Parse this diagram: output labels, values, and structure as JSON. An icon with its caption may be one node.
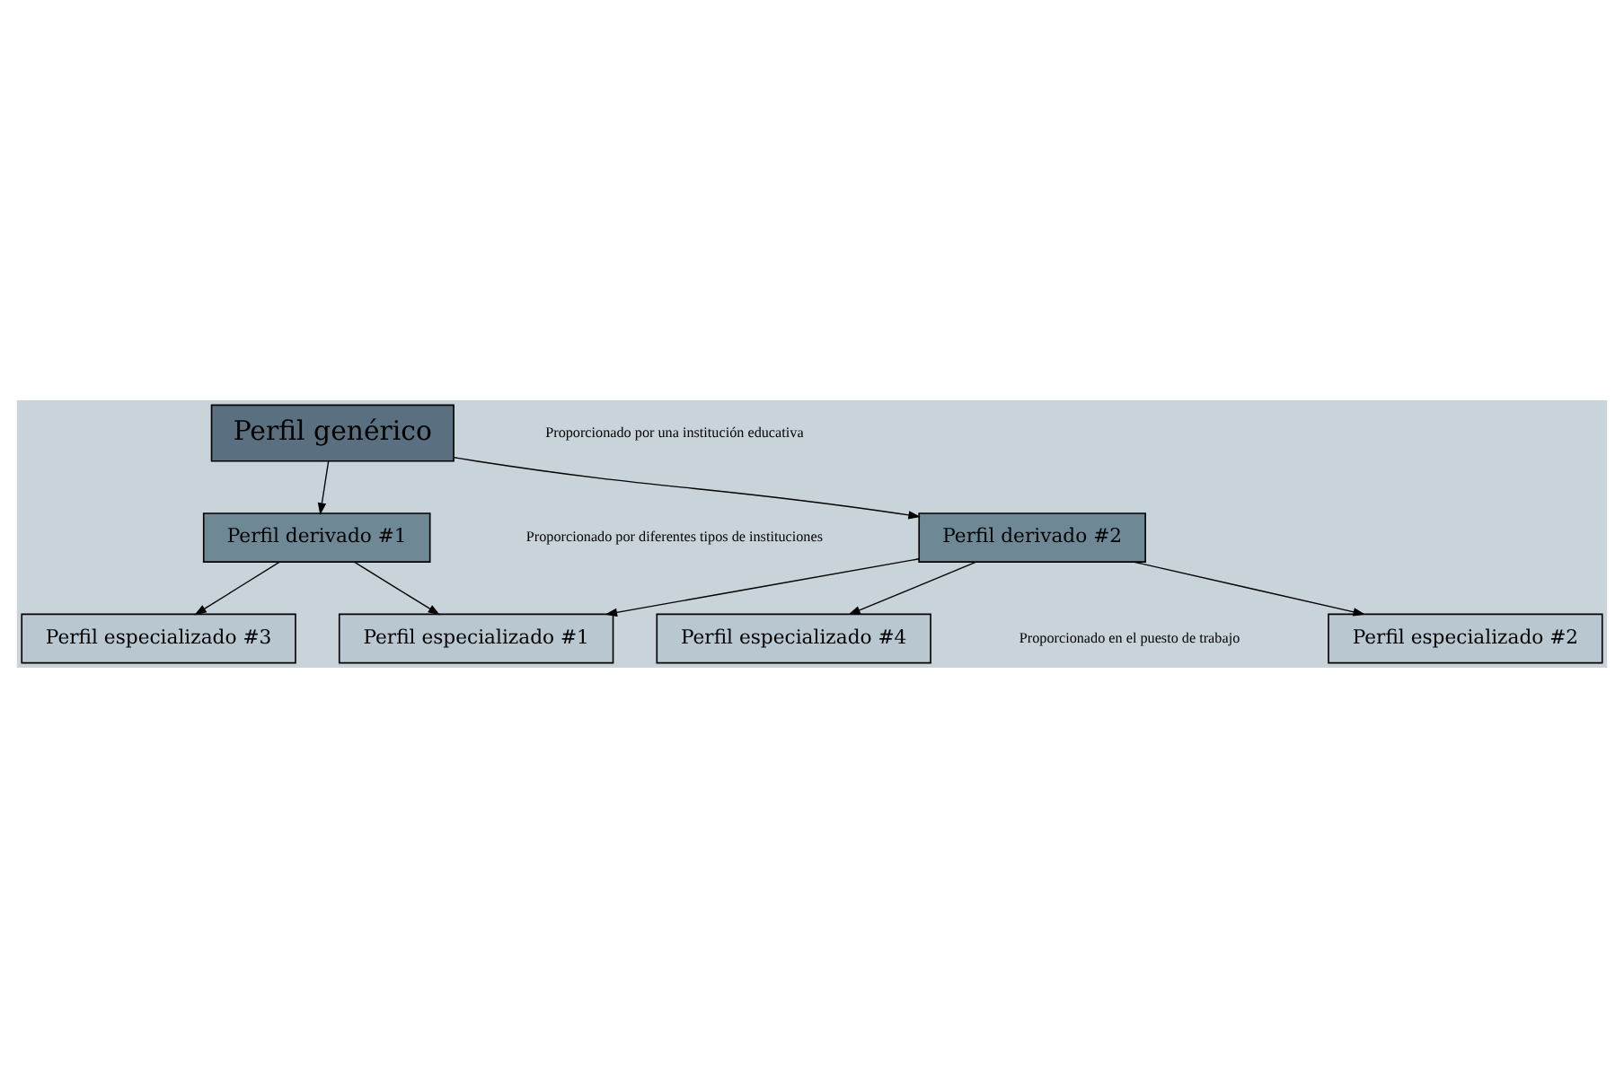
{
  "diagram": {
    "nodes": [
      {
        "text": [
          "Perfil genérico"
        ]
      },
      {
        "text": [
          "Perfil derivado #1"
        ]
      },
      {
        "text": [
          "Perfil derivado #2"
        ]
      },
      {
        "text": [
          "Perfil especializado #1"
        ]
      },
      {
        "text": [
          "Perfil especializado #2"
        ]
      },
      {
        "text": [
          "Perfil especializado #3"
        ]
      },
      {
        "text": [
          "Perfil especializado #4"
        ]
      }
    ],
    "edges": [
      {
        "from": 0,
        "to": 1,
        "arrow": "to"
      },
      {
        "from": 0,
        "to": 2,
        "arrow": "to"
      },
      {
        "from": 1,
        "to": 5,
        "arrow": "to"
      },
      {
        "from": 1,
        "to": 3,
        "arrow": "to"
      },
      {
        "from": 2,
        "to": 3,
        "arrow": "to"
      },
      {
        "from": 2,
        "to": 6,
        "arrow": "to"
      },
      {
        "from": 2,
        "to": 4,
        "arrow": "to"
      }
    ],
    "labels": [
      "Proporcionado por una institución educativa",
      "Proporcionado por diferentes tipos de instituciones",
      "Proporcionado en el puesto de trabajo"
    ]
  }
}
